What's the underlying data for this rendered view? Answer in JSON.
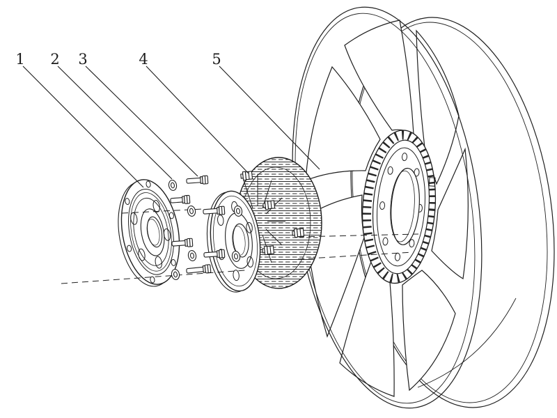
{
  "diagram": {
    "type": "exploded-parts-diagram",
    "background_color": "#ffffff",
    "line_color": "#1f1f1f",
    "callouts": [
      {
        "label": "1"
      },
      {
        "label": "2"
      },
      {
        "label": "3"
      },
      {
        "label": "4"
      },
      {
        "label": "5"
      }
    ]
  }
}
